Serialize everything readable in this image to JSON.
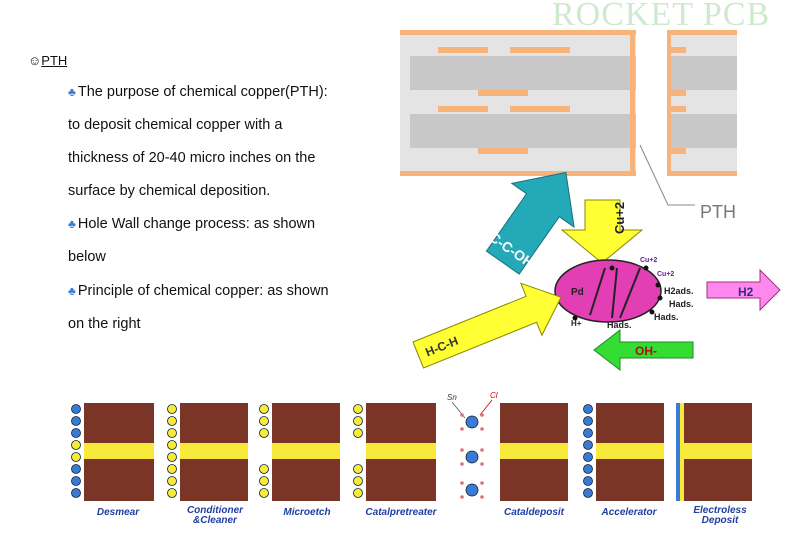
{
  "brand": "ROCKET PCB",
  "heading": {
    "icon": "☺",
    "text": "PTH"
  },
  "bullet_icon": "♣",
  "paragraph_lines": [
    {
      "bullet": true,
      "text": "The purpose of chemical copper(PTH):"
    },
    {
      "bullet": false,
      "text": "to deposit chemical copper with a"
    },
    {
      "bullet": false,
      "text": "thickness of 20-40 micro inches on the"
    },
    {
      "bullet": false,
      "text": "surface by chemical deposition."
    },
    {
      "bullet": true,
      "text": "Hole Wall change process: as shown"
    },
    {
      "bullet": false,
      "text": "below"
    },
    {
      "bullet": true,
      "text": "Principle of chemical copper: as shown"
    },
    {
      "bullet": false,
      "text": "on the right"
    }
  ],
  "pcb_label": "PTH",
  "reaction": {
    "pd": "Pd",
    "cu2_arrow": "Cu+2",
    "cu_small": "Cu+2",
    "product": "C-C-OH",
    "reactant": "H-C-H",
    "h2": "H2",
    "oh": "OH-",
    "h_plus": "H+",
    "h2ads": "H2ads.",
    "hads": "Hads."
  },
  "colors": {
    "copper": "#f7b37a",
    "core_gray": "#c8c8c8",
    "laminate": "#e4e4e4",
    "board": "#7b3527",
    "stripe": "#f7ea3a",
    "pd_ellipse": "#e23fb4",
    "teal_arrow": "#24a9b9",
    "yellow_arrow": "#ffff33",
    "green_arrow": "#33dd33",
    "pink_arrow": "#ff88ee"
  },
  "stages": [
    {
      "label": "Desmear"
    },
    {
      "label": "Conditioner &Cleaner"
    },
    {
      "label": "Microetch"
    },
    {
      "label": "Catalpretreater"
    },
    {
      "label": "Cataldeposit"
    },
    {
      "label": "Accelerator"
    },
    {
      "label": "Electroless Deposit"
    }
  ],
  "sn_label": "Sn",
  "cl_label": "Cl"
}
